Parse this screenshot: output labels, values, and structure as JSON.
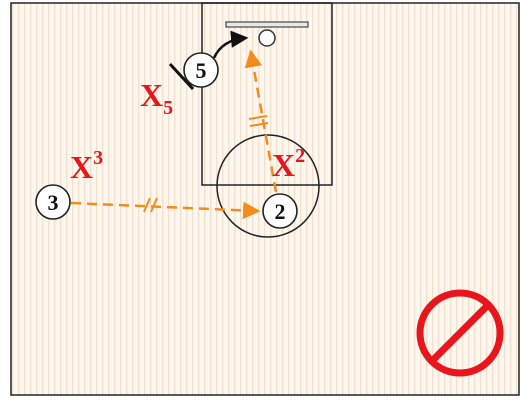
{
  "diagram": {
    "players": [
      {
        "id": "player-2",
        "label": "2"
      },
      {
        "id": "player-3",
        "label": "3"
      },
      {
        "id": "player-5",
        "label": "5"
      }
    ],
    "labels": {
      "x3_base": "X",
      "x3_sup": "3",
      "x2_base": "X",
      "x2_sup": "2",
      "x5_base": "X",
      "x5_sub": "5"
    },
    "icons": [
      "basket-rim-icon",
      "backboard-icon",
      "no-entry-icon",
      "screen-bar-icon"
    ],
    "colors": {
      "court_background": "#fdf7ef",
      "court_stripe": "#f1e2cf",
      "court_lines": "#222222",
      "pass_arrow": "#f28c1b",
      "defender_label": "#e8161c",
      "no_entry": "#e8161c",
      "player_circle_fill": "#ffffff",
      "player_circle_stroke": "#222222"
    }
  }
}
